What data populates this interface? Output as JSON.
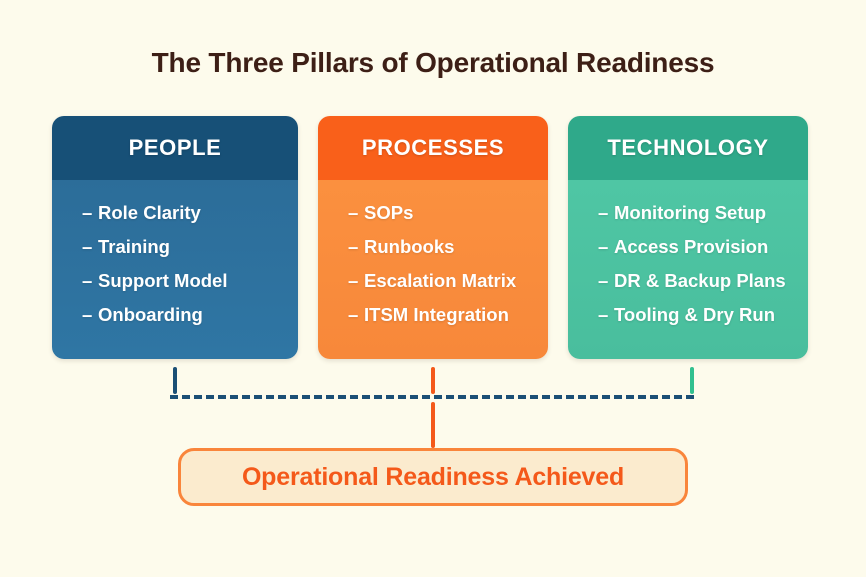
{
  "page": {
    "title": "The Three Pillars of Operational Readiness",
    "background_color": "#FDFBEC",
    "title_color": "#3D1F16"
  },
  "pillars": [
    {
      "id": "people",
      "header": "PEOPLE",
      "header_color": "#175077",
      "body_color": "#2C6D99",
      "bullet": "–",
      "items": [
        "Role Clarity",
        "Training",
        "Support Model",
        "Onboarding"
      ]
    },
    {
      "id": "processes",
      "header": "PROCESSES",
      "header_color": "#F9601A",
      "body_color": "#FB903F",
      "bullet": "–",
      "items": [
        "SOPs",
        "Runbooks",
        "Escalation Matrix",
        "ITSM Integration"
      ]
    },
    {
      "id": "technology",
      "header": "TECHNOLOGY",
      "header_color": "#2FA98A",
      "body_color": "#4FC6A4",
      "bullet": "–",
      "items": [
        "Monitoring Setup",
        "Access Provision",
        "DR & Backup Plans",
        "Tooling & Dry Run"
      ]
    }
  ],
  "connectors": {
    "bus_style": "dashed",
    "bus_color": "#1B4F75",
    "stem_colors": {
      "people": "#1B4F75",
      "processes": "#F4591A",
      "technology": "#31C08F"
    }
  },
  "outcome": {
    "label": "Operational Readiness Achieved",
    "text_color": "#F4591A",
    "border_color": "#F9853B",
    "fill_color": "#FBEBCE"
  }
}
